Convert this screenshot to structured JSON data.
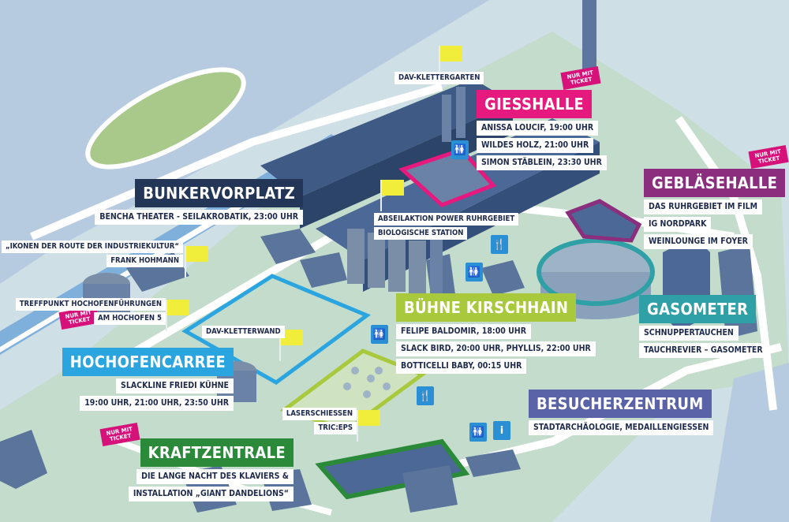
{
  "ticket_text": "NUR MIT TICKET",
  "colors": {
    "giesshalle": "#e5197e",
    "geblaesehalle": "#8a2e7d",
    "bunkervorplatz": "#233658",
    "hochofencarree": "#2aa5e0",
    "kirschhain": "#a9c93c",
    "gasometer": "#2ea0a6",
    "besucherzentrum": "#5a62a8",
    "kraftzentrale": "#2a8a3a",
    "ticket": "#d6127a",
    "icon": "#2b8fd6",
    "flag": "#f0ee3a"
  },
  "venues": {
    "giesshalle": {
      "title": "GIESSHALLE",
      "items": [
        "ANISSA LOUCIF, 19:00 UHR",
        "WILDES HOLZ, 21:00 UHR",
        "SIMON STÄBLEIN, 23:30 UHR"
      ]
    },
    "geblaesehalle": {
      "title": "GEBLÄSEHALLE",
      "items": [
        "DAS RUHRGEBIET IM FILM",
        "IG NORDPARK",
        "WEINLOUNGE IM FOYER"
      ]
    },
    "bunkervorplatz": {
      "title": "BUNKERVORPLATZ",
      "items": [
        "BENCHA THEATER - SEILAKROBATIK, 23:00 UHR"
      ]
    },
    "buehne_kirschhain": {
      "title": "BÜHNE KIRSCHHAIN",
      "items": [
        "FELIPE BALDOMIR, 18:00 UHR",
        "SLACK BIRD, 20:00 UHR, PHYLLIS, 22:00 UHR",
        "BOTTICELLI BABY, 00:15 UHR"
      ]
    },
    "gasometer": {
      "title": "GASOMETER",
      "items": [
        "SCHNUPPERTAUCHEN",
        "TAUCHREVIER – GASOMETER"
      ]
    },
    "hochofencarree": {
      "title": "HOCHOFENCARREE",
      "items": [
        "SLACKLINE FRIEDI KÜHNE",
        "19:00 UHR, 21:00 UHR, 23:50 UHR"
      ]
    },
    "besucherzentrum": {
      "title": "BESUCHERZENTRUM",
      "items": [
        "STADTARCHÄOLOGIE, MEDAILLENGIESSEN"
      ]
    },
    "kraftzentrale": {
      "title": "KRAFTZENTRALE",
      "items": [
        "DIE LANGE NACHT DES KLAVIERS &",
        "INSTALLATION „GIANT DANDELIONS“"
      ]
    }
  },
  "points": {
    "dav_klettergarten": "DAV-KLETTERGARTEN",
    "abseilaktion_1": "ABSEILAKTION POWER RUHRGEBIET",
    "abseilaktion_2": "BIOLOGISCHE STATION",
    "ikonen_1": "„IKONEN DER ROUTE DER INDUSTRIEKULTUR“",
    "ikonen_2": "FRANK HOHMANN",
    "treffpunkt_1": "TREFFPUNKT HOCHOFENFÜHRUNGEN",
    "treffpunkt_2": "AM HOCHOFEN 5",
    "dav_kletterwand": "DAV-KLETTERWAND",
    "laserschiessen_1": "LASERSCHIESSEN",
    "laserschiessen_2": "TRIC:EPS"
  },
  "icons": {
    "toilet": "toilet-icon",
    "food": "food-drink-icon",
    "info": "info-icon",
    "flag": "flag-icon",
    "ticket": "ticket-icon"
  }
}
